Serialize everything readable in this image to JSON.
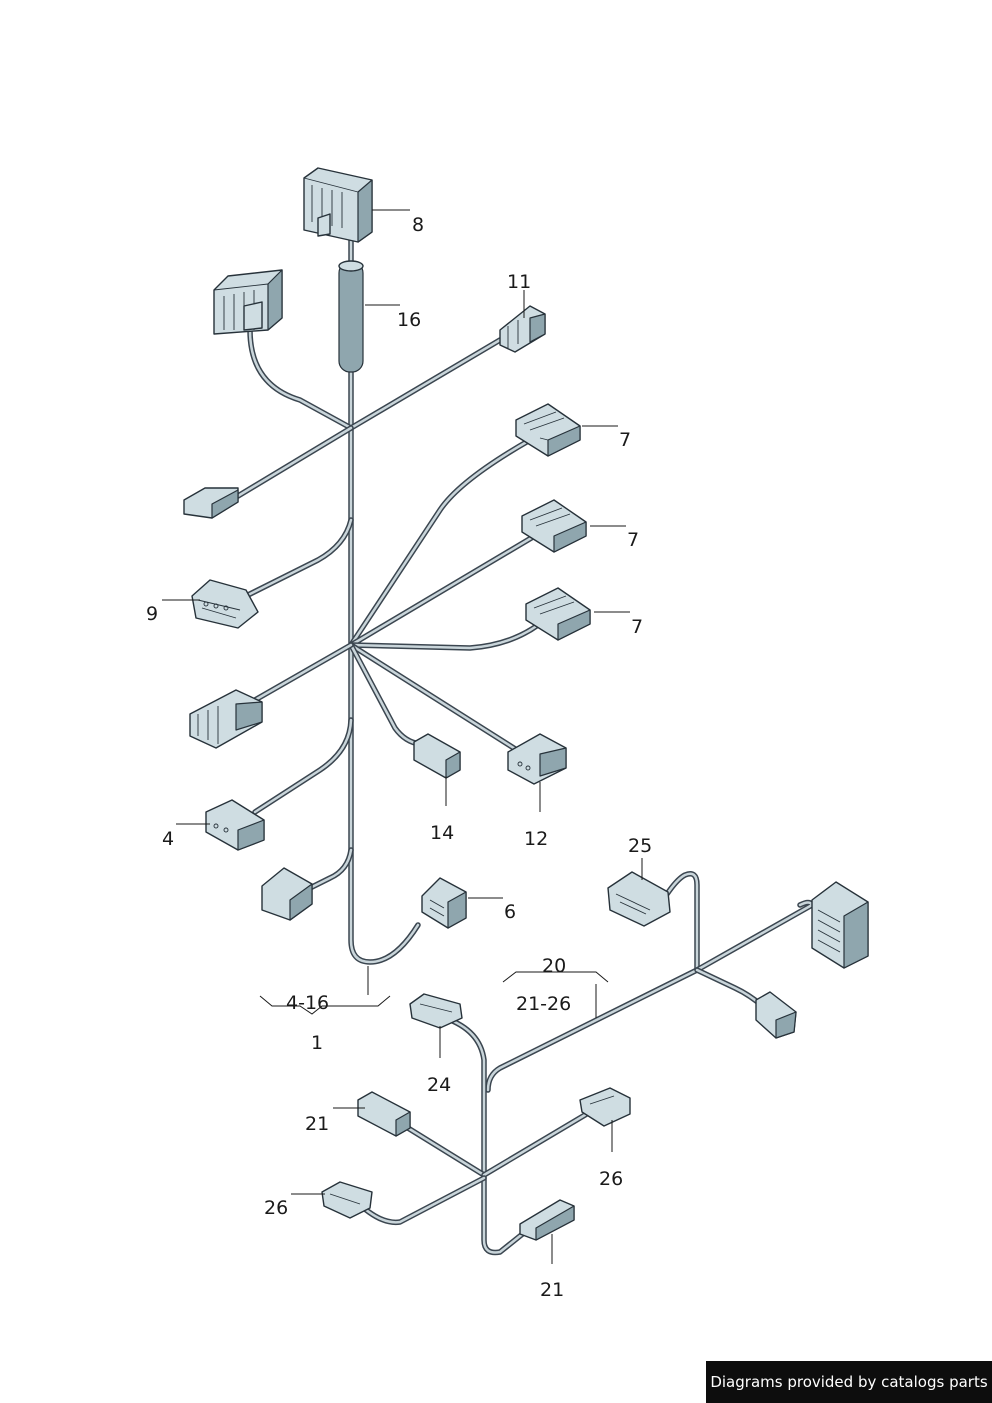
{
  "labels": {
    "p8": "8",
    "p16": "16",
    "p11": "11",
    "p7a": "7",
    "p7b": "7",
    "p7c": "7",
    "p9": "9",
    "p4": "4",
    "p14": "14",
    "p12": "12",
    "p6": "6",
    "p4_16": "4-16",
    "p1": "1",
    "p25": "25",
    "p20": "20",
    "p21_26": "21-26",
    "p24": "24",
    "p21a": "21",
    "p26a": "26",
    "p26b": "26",
    "p21b": "21"
  },
  "credit": "Diagrams provided by catalogs parts"
}
